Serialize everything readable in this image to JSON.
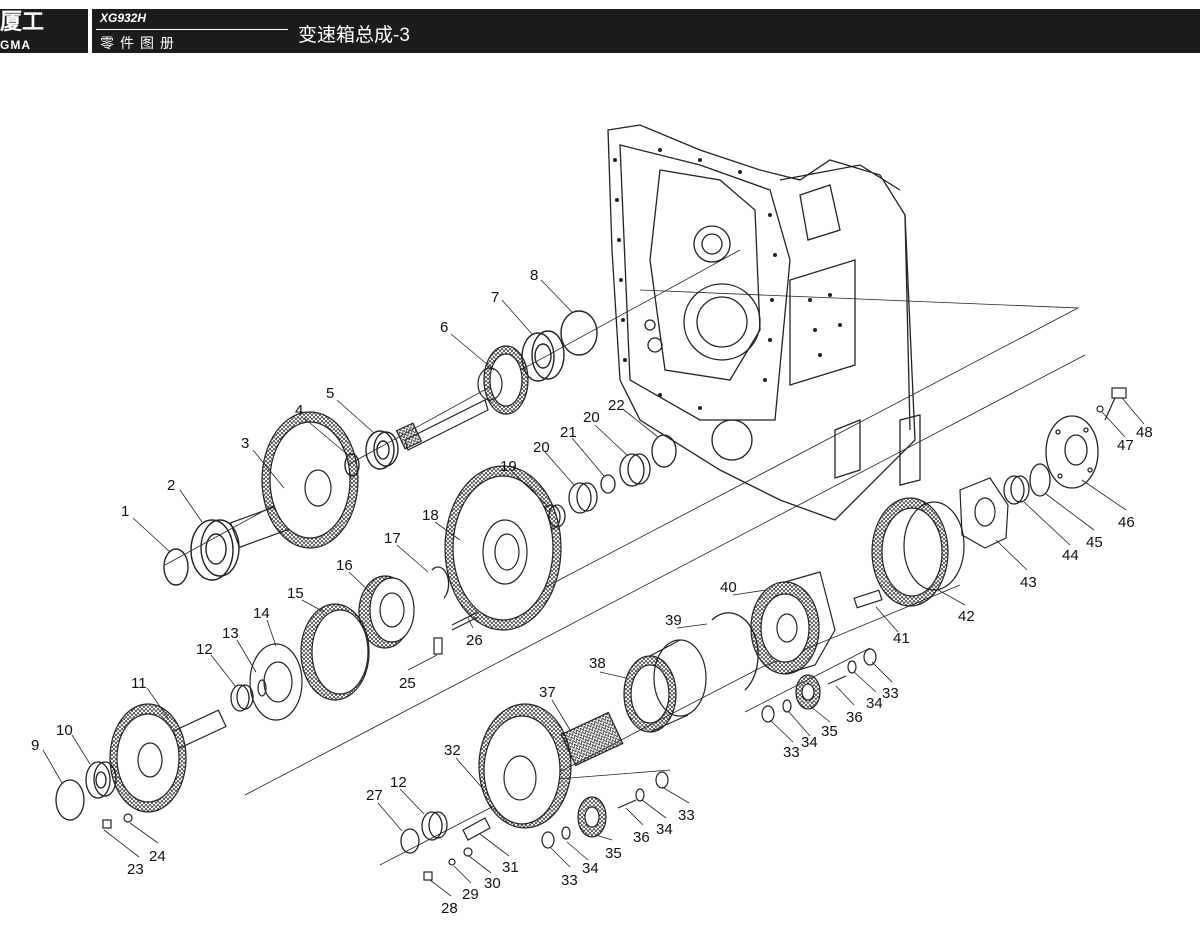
{
  "header": {
    "brand_cn": "厦工",
    "brand_en": "GMA",
    "model": "XG932H",
    "subtitle": "零件图册",
    "title": "变速箱总成-3"
  },
  "callouts": [
    {
      "id": "c1",
      "text": "1"
    },
    {
      "id": "c2",
      "text": "2"
    },
    {
      "id": "c3",
      "text": "3"
    },
    {
      "id": "c4",
      "text": "4"
    },
    {
      "id": "c5",
      "text": "5"
    },
    {
      "id": "c6",
      "text": "6"
    },
    {
      "id": "c7",
      "text": "7"
    },
    {
      "id": "c8",
      "text": "8"
    },
    {
      "id": "c9",
      "text": "9"
    },
    {
      "id": "c10",
      "text": "10"
    },
    {
      "id": "c11",
      "text": "11"
    },
    {
      "id": "c12a",
      "text": "12"
    },
    {
      "id": "c12b",
      "text": "12"
    },
    {
      "id": "c13",
      "text": "13"
    },
    {
      "id": "c14",
      "text": "14"
    },
    {
      "id": "c15",
      "text": "15"
    },
    {
      "id": "c16",
      "text": "16"
    },
    {
      "id": "c17",
      "text": "17"
    },
    {
      "id": "c18",
      "text": "18"
    },
    {
      "id": "c19",
      "text": "19"
    },
    {
      "id": "c20a",
      "text": "20"
    },
    {
      "id": "c20b",
      "text": "20"
    },
    {
      "id": "c21",
      "text": "21"
    },
    {
      "id": "c22",
      "text": "22"
    },
    {
      "id": "c23",
      "text": "23"
    },
    {
      "id": "c24",
      "text": "24"
    },
    {
      "id": "c25",
      "text": "25"
    },
    {
      "id": "c26",
      "text": "26"
    },
    {
      "id": "c27",
      "text": "27"
    },
    {
      "id": "c28",
      "text": "28"
    },
    {
      "id": "c29",
      "text": "29"
    },
    {
      "id": "c30",
      "text": "30"
    },
    {
      "id": "c31",
      "text": "31"
    },
    {
      "id": "c32",
      "text": "32"
    },
    {
      "id": "c33a",
      "text": "33"
    },
    {
      "id": "c33b",
      "text": "33"
    },
    {
      "id": "c33c",
      "text": "33"
    },
    {
      "id": "c33d",
      "text": "33"
    },
    {
      "id": "c34a",
      "text": "34"
    },
    {
      "id": "c34b",
      "text": "34"
    },
    {
      "id": "c34c",
      "text": "34"
    },
    {
      "id": "c34d",
      "text": "34"
    },
    {
      "id": "c35a",
      "text": "35"
    },
    {
      "id": "c35b",
      "text": "35"
    },
    {
      "id": "c36a",
      "text": "36"
    },
    {
      "id": "c36b",
      "text": "36"
    },
    {
      "id": "c37",
      "text": "37"
    },
    {
      "id": "c38",
      "text": "38"
    },
    {
      "id": "c39",
      "text": "39"
    },
    {
      "id": "c40",
      "text": "40"
    },
    {
      "id": "c41",
      "text": "41"
    },
    {
      "id": "c42",
      "text": "42"
    },
    {
      "id": "c43",
      "text": "43"
    },
    {
      "id": "c44",
      "text": "44"
    },
    {
      "id": "c45",
      "text": "45"
    },
    {
      "id": "c46",
      "text": "46"
    },
    {
      "id": "c47",
      "text": "47"
    },
    {
      "id": "c48",
      "text": "48"
    }
  ]
}
